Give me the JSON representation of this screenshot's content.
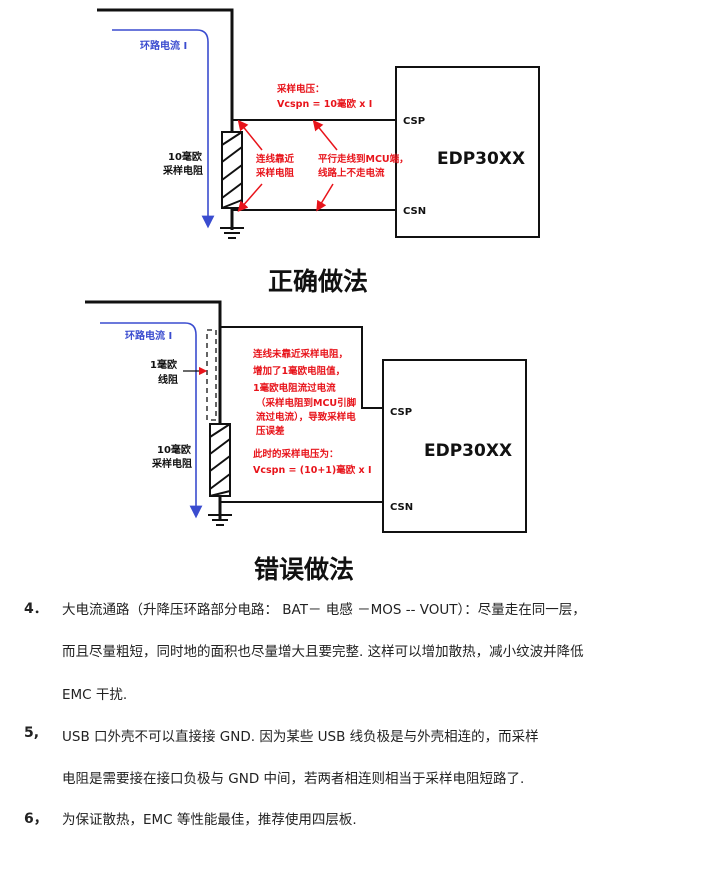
{
  "diagram_correct": {
    "loop_current": "环路电流 I",
    "sample_voltage_line1": "采样电压：",
    "sample_voltage_line2": "Vcspn = 10毫欧 x I",
    "resistor_label_line1": "10毫欧",
    "resistor_label_line2": "采样电阻",
    "note_near_line1": "连线靠近",
    "note_near_line2": "采样电阻",
    "note_parallel_line1": "平行走线到MCU端，",
    "note_parallel_line2": "线路上不走电流",
    "pin_csp": "CSP",
    "pin_csn": "CSN",
    "chip_name": "EDP30XX",
    "caption": "正确做法"
  },
  "diagram_wrong": {
    "loop_current": "环路电流 I",
    "wire_resistor_line1": "1毫欧",
    "wire_resistor_line2": "线阻",
    "resistor_label_line1": "10毫欧",
    "resistor_label_line2": "采样电阻",
    "note_lines": [
      "连线未靠近采样电阻，",
      "增加了1毫欧电阻值，",
      "1毫欧电阻流过电流",
      "（采样电阻到MCU引脚",
      "流过电流），导致采样电",
      "压误差"
    ],
    "voltage_line1": "此时的采样电压为：",
    "voltage_line2": "Vcspn = (10+1)毫欧 x I",
    "pin_csp": "CSP",
    "pin_csn": "CSN",
    "chip_name": "EDP30XX",
    "caption": "错误做法"
  },
  "items": [
    {
      "num": "4．",
      "lines": [
        "大电流通路（升降压环路部分电路： BAT－ 电感 －MOS -- VOUT）：尽量走在同一层，",
        "而且尽量粗短，同时地的面积也尽量增大且要完整. 这样可以增加散热，减小纹波并降低",
        "EMC 干扰."
      ]
    },
    {
      "num": "5,",
      "lines": [
        "USB 口外壳不可以直接接 GND. 因为某些 USB 线负极是与外壳相连的，而采样",
        "电阻是需要接在接口负极与 GND 中间，若两者相连则相当于采样电阻短路了."
      ]
    },
    {
      "num": "6，",
      "lines": [
        "为保证散热，EMC 等性能最佳，推荐使用四层板."
      ]
    }
  ],
  "colors": {
    "blue": "#3a4ccf",
    "red": "#e8141b",
    "black": "#111111"
  }
}
